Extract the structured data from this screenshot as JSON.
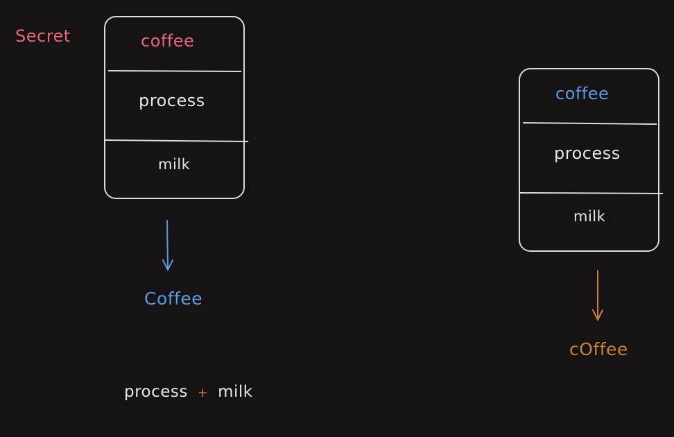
{
  "left_diagram": {
    "secret_label": "Secret",
    "top_cell": "coffee",
    "middle_cell": "process",
    "bottom_cell": "milk",
    "output": "Coffee",
    "formula": {
      "left": "process",
      "operator": "+",
      "right": "milk"
    }
  },
  "right_diagram": {
    "top_cell": "coffee",
    "middle_cell": "process",
    "bottom_cell": "milk",
    "output": "cOffee"
  },
  "colors": {
    "background": "#151313",
    "stroke": "#dcdcdc",
    "text": "#e6e6e6",
    "secret": "#e8677a",
    "blue": "#5b9be0",
    "orange": "#c9822f"
  }
}
